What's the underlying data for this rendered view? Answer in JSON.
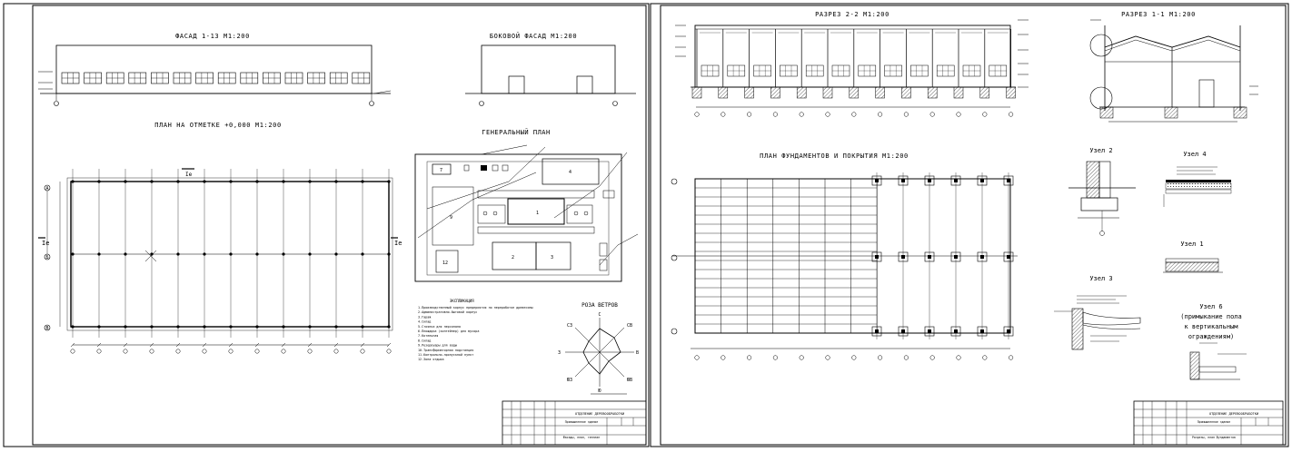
{
  "sheet1": {
    "facade_title": "ФАСАД 1-13  М1:200",
    "side_facade_title": "БОКОВОЙ ФАСАД  М1:200",
    "plan_title": "ПЛАН НА ОТМЕТКЕ +0,000  М1:200",
    "genplan_title": "ГЕНЕРАЛЬНЫЙ ПЛАН",
    "wind_rose_title": "РОЗА ВЕТРОВ",
    "wind_labels": [
      "С",
      "СВ",
      "В",
      "ЮВ",
      "Ю",
      "ЮЗ",
      "З",
      "СЗ"
    ],
    "grid_left_a": "А",
    "grid_left_b": "Б",
    "grid_left_v": "В",
    "section_mark": "Iе",
    "legend_title": "ЭКСПЛИКАЦИЯ",
    "legend": [
      "1.Производственный корпус предприятия по переработке древесины",
      "2.Административно-бытовой корпус",
      "3.Гараж",
      "4.Склад",
      "5.Стоянка для персонала",
      "6.Площадка (контейнер) для мусора",
      "7.Котельная",
      "8.Склад",
      "9.Резервуары для воды",
      "10.Трансформаторная подстанция",
      "11.Контрольно-пропускной пункт",
      "12.Зона отдыха"
    ],
    "stamp_title": "ОТДЕЛЕНИЕ ДЕРЕВООБРАБОТКИ",
    "stamp_org": "Промышленное здание",
    "stamp_sheet": "Фасады, план, генплан"
  },
  "sheet2": {
    "section22_title": "РАЗРЕЗ 2-2  М1:200",
    "section11_title": "РАЗРЕЗ 1-1  М1:200",
    "foundation_title": "ПЛАН ФУНДАМЕНТОВ И ПОКРЫТИЯ  М1:200",
    "node2": "Узел 2",
    "node4": "Узел 4",
    "node1": "Узел 1",
    "node3": "Узел 3",
    "node6_l1": "Узел 6",
    "node6_l2": "(примыкание пола",
    "node6_l3": "к вертикальным",
    "node6_l4": "ограждениям)",
    "stamp_title": "ОТДЕЛЕНИЕ ДЕРЕВООБРАБОТКИ",
    "stamp_org": "Промышленное здание",
    "stamp_sheet": "Разрезы, план фундаментов"
  }
}
